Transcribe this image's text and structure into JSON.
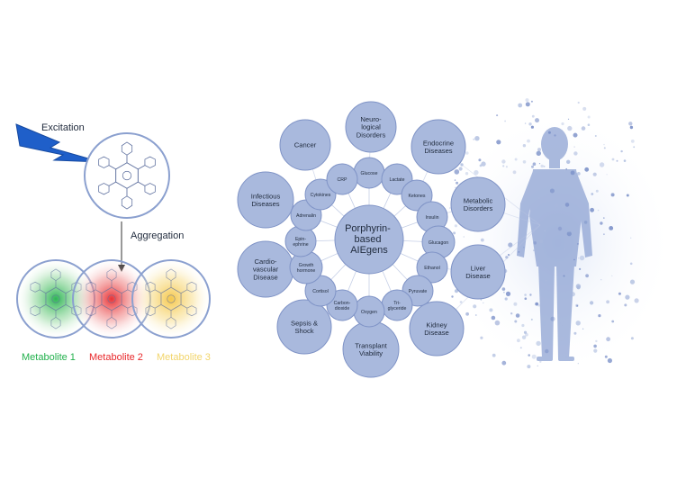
{
  "left_panel": {
    "excitation_label": "Excitation",
    "aggregation_label": "Aggregation",
    "metabolites": [
      {
        "label": "Metabolite 1",
        "color": "#22b14c"
      },
      {
        "label": "Metabolite 2",
        "color": "#e8282b"
      },
      {
        "label": "Metabolite 3",
        "color": "#f2d56b"
      }
    ]
  },
  "center": {
    "label_lines": [
      "Porphyrin-",
      "based",
      "AIEgens"
    ]
  },
  "inner_ring": [
    {
      "lines": [
        "Glucose"
      ]
    },
    {
      "lines": [
        "Lactate"
      ]
    },
    {
      "lines": [
        "Ketones"
      ]
    },
    {
      "lines": [
        "Insulin"
      ]
    },
    {
      "lines": [
        "Glucagon"
      ]
    },
    {
      "lines": [
        "Ethanol"
      ]
    },
    {
      "lines": [
        "Pyruvate"
      ]
    },
    {
      "lines": [
        "Tri-",
        "glyceride"
      ]
    },
    {
      "lines": [
        "Oxygen"
      ]
    },
    {
      "lines": [
        "Carbon-",
        "dioxide"
      ]
    },
    {
      "lines": [
        "Cortisol"
      ]
    },
    {
      "lines": [
        "Growth",
        "hormone"
      ]
    },
    {
      "lines": [
        "Epin-",
        "ephrine"
      ]
    },
    {
      "lines": [
        "Adrenalin"
      ]
    },
    {
      "lines": [
        "Cytokines"
      ]
    },
    {
      "lines": [
        "CRP"
      ]
    }
  ],
  "outer_ring": [
    {
      "lines": [
        "Neuro-",
        "logical",
        "Disorders"
      ]
    },
    {
      "lines": [
        "Endocrine",
        "Diseases"
      ]
    },
    {
      "lines": [
        "Metabolic",
        "Disorders"
      ]
    },
    {
      "lines": [
        "Liver",
        "Disease"
      ]
    },
    {
      "lines": [
        "Kidney",
        "Disease"
      ]
    },
    {
      "lines": [
        "Transplant",
        "Viability"
      ]
    },
    {
      "lines": [
        "Sepsis &",
        "Shock"
      ]
    },
    {
      "lines": [
        "Cardio-",
        "vascular",
        "Disease"
      ]
    },
    {
      "lines": [
        "Infectious",
        "Diseases"
      ]
    },
    {
      "lines": [
        "Cancer"
      ]
    }
  ],
  "colors": {
    "bubble_fill": "#a9b9dd",
    "bubble_stroke": "#7f93c6",
    "lightning": "#1f5fc9",
    "text": "#1f2a3c"
  }
}
